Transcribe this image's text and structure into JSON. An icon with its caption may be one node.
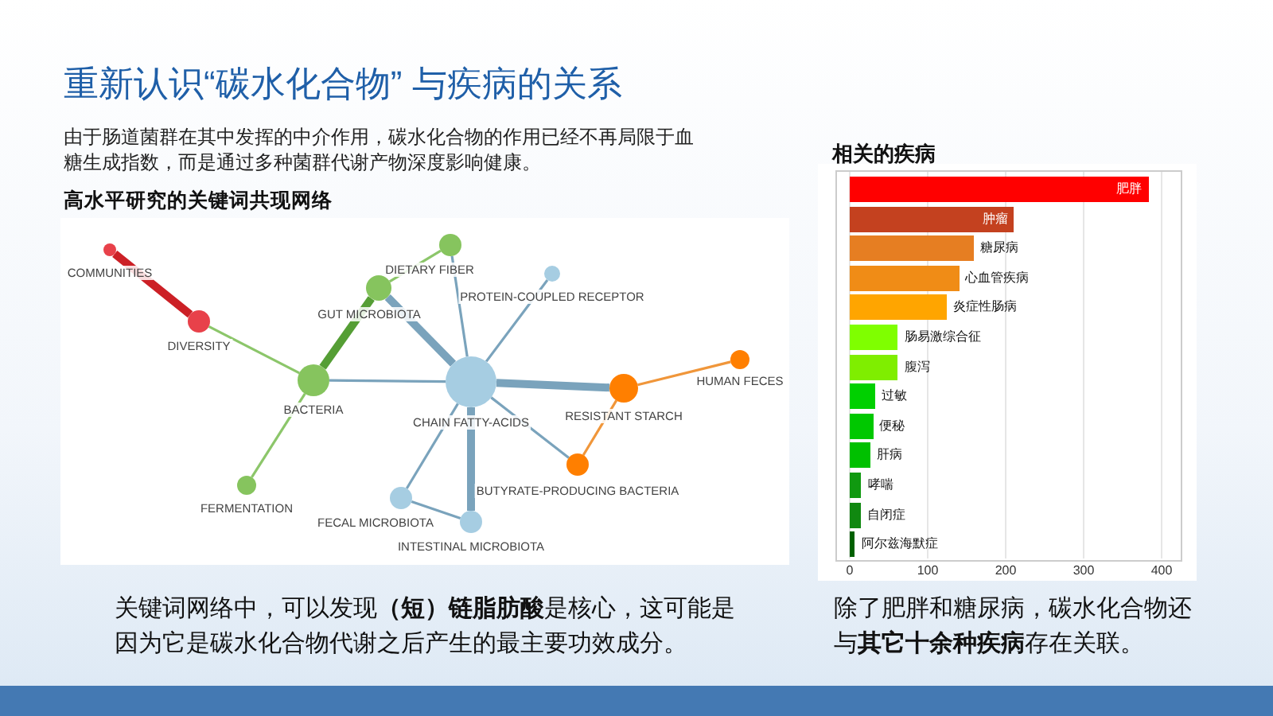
{
  "diagram": {
    "title": "重新认识“碳水化合物” 与疾病的关系",
    "nodes": [
      {
        "text": [],
        "shape": "circle",
        "beside": [
          "COMMUNITIES"
        ]
      },
      {
        "text": [],
        "shape": "circle",
        "beside": [
          "DIETARY FIBER"
        ]
      },
      {
        "text": [],
        "shape": "circle",
        "beside": [
          "PROTEIN-COUPLED RECEPTOR"
        ]
      },
      {
        "text": [],
        "shape": "circle",
        "beside": [
          "GUT MICROBIOTA"
        ]
      },
      {
        "text": [],
        "shape": "circle",
        "beside": [
          "DIVERSITY"
        ]
      },
      {
        "text": [],
        "shape": "circle",
        "beside": [
          "HUMAN FECES"
        ]
      },
      {
        "text": [],
        "shape": "circle",
        "beside": [
          "BACTERIA"
        ]
      },
      {
        "text": [],
        "shape": "circle",
        "beside": [
          "CHAIN FATTY-ACIDS"
        ]
      },
      {
        "text": [],
        "shape": "circle",
        "beside": [
          "RESISTANT STARCH"
        ]
      },
      {
        "text": [],
        "shape": "circle",
        "beside": [
          "BUTYRATE-PRODUCING BACTERIA"
        ]
      },
      {
        "text": [],
        "shape": "circle",
        "beside": [
          "FERMENTATION"
        ]
      },
      {
        "text": [],
        "shape": "circle",
        "beside": [
          "FECAL MICROBIOTA"
        ]
      },
      {
        "text": [],
        "shape": "circle",
        "beside": [
          "INTESTINAL MICROBIOTA"
        ]
      }
    ],
    "edges": [
      {
        "from": 0,
        "to": 4,
        "arrow": "none",
        "style": "thick",
        "color": "#cc2026"
      },
      {
        "from": 4,
        "to": 6,
        "arrow": "none",
        "color": "#8cc66a"
      },
      {
        "from": 6,
        "to": 3,
        "arrow": "none",
        "style": "thick",
        "color": "#559e35"
      },
      {
        "from": 3,
        "to": 1,
        "arrow": "none",
        "color": "#8cc66a"
      },
      {
        "from": 6,
        "to": 10,
        "arrow": "none",
        "color": "#8cc66a"
      },
      {
        "from": 6,
        "to": 7,
        "arrow": "none"
      },
      {
        "from": 3,
        "to": 7,
        "arrow": "none",
        "style": "thick"
      },
      {
        "from": 1,
        "to": 7,
        "arrow": "none"
      },
      {
        "from": 2,
        "to": 7,
        "arrow": "none"
      },
      {
        "from": 7,
        "to": 8,
        "arrow": "none",
        "style": "thick"
      },
      {
        "from": 8,
        "to": 5,
        "arrow": "none",
        "color": "#f0963a"
      },
      {
        "from": 8,
        "to": 9,
        "arrow": "none",
        "color": "#f0963a"
      },
      {
        "from": 7,
        "to": 9,
        "arrow": "none"
      },
      {
        "from": 7,
        "to": 12,
        "arrow": "none",
        "style": "thick"
      },
      {
        "from": 7,
        "to": 11,
        "arrow": "none"
      },
      {
        "from": 11,
        "to": 12,
        "arrow": "none"
      }
    ],
    "labels": [
      "由于肠道菌群在其中发挥的中介作用，碳水化合物的作用已经不再局限于血糖生成指数，而是通过多种菌群代谢产物深度影响健康。",
      "高水平研究的关键词共现网络",
      "关键词网络中，可以发现**（短）链脂肪酸**是核心，这可能是因为它是碳水化合物代谢之后产生的最主要功效成分。",
      "除了肥胖和糖尿病，碳水化合物还与**其它十余种疾病**存在关联。"
    ],
    "chart_data": {
      "type": "bar",
      "title": "相关的疾病",
      "orientation": "horizontal",
      "categories": [
        "肥胖",
        "肿瘤",
        "糖尿病",
        "心血管疾病",
        "炎症性肠病",
        "肠易激综合征",
        "腹泻",
        "过敏",
        "便秘",
        "肝病",
        "哮喘",
        "自闭症",
        "阿尔兹海默症"
      ],
      "values": [
        383,
        211,
        159,
        140,
        124,
        62,
        62,
        33,
        30,
        27,
        15,
        14,
        7
      ],
      "xticks": [
        0,
        100,
        200,
        300,
        400
      ],
      "xlim": [
        0,
        422
      ],
      "grid": true
    }
  }
}
